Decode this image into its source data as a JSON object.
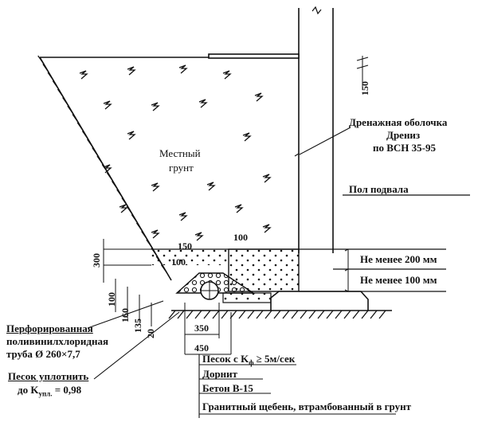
{
  "labels": {
    "soil": [
      "Местный",
      "грунт"
    ],
    "membrane": "Дренажная оболочка",
    "drainiz": "Дрениз",
    "standard": "по ВСН 35-95",
    "basement_floor": "Пол подвала",
    "min_200": "Не менее 200 мм",
    "min_100": "Не менее 100 мм",
    "pipe": [
      "Перфорированная",
      "поливинилхлоридная",
      "труба Ø 260×7,7"
    ],
    "sand_compact": [
      "Песок уплотнить",
      "до K",
      "упл.",
      " = 0,98"
    ],
    "legend": [
      "Песок с K",
      "ф",
      " ≥ 5м/сек",
      "Дорнит",
      "Бетон В-15",
      "Гранитный щебень, втрамбованный в грунт"
    ]
  },
  "dimensions": {
    "top_150": "150",
    "d300": "300",
    "d150": "150",
    "d100a": "100",
    "d100b": "100",
    "d100c": "100",
    "d160": "160",
    "d135": "135",
    "d20": "20",
    "d350": "350",
    "d450": "450"
  }
}
